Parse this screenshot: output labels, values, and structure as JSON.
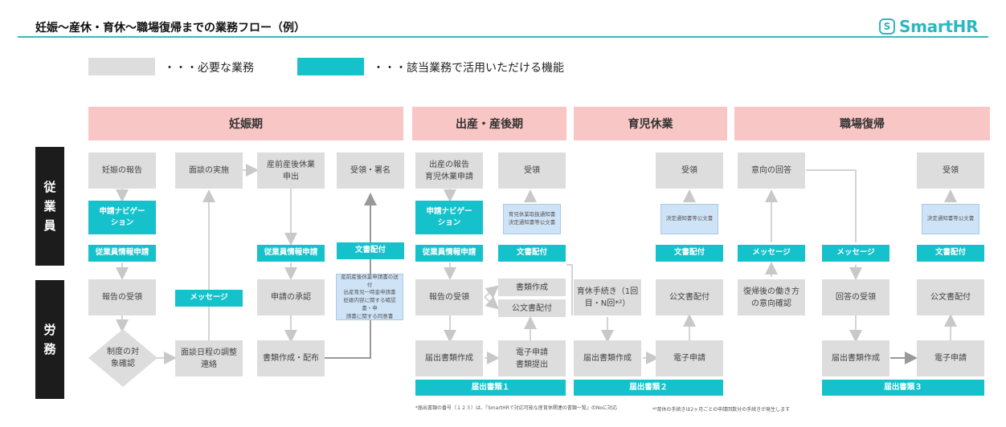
{
  "header": {
    "title": "妊娠〜産休・育休〜職場復帰までの業務フロー（例）",
    "logo_text": "SmartHR",
    "logo_mark": "S"
  },
  "legend": {
    "gray_label": "・・・必要な業務",
    "teal_label": "・・・該当業務で活用いただける機能"
  },
  "phases": [
    "妊娠期",
    "出産・産後期",
    "育児休業",
    "職場復帰"
  ],
  "roles": {
    "employee": [
      "従",
      "業",
      "員"
    ],
    "labor": [
      "労",
      "務"
    ]
  },
  "boxes": {
    "pregnancy_report": "妊娠の報告",
    "interview": "面談の実施",
    "prenatal_leave_request": "産前産後休業\n申出",
    "receipt_sign": "受領・署名",
    "birth_report": "出産の報告\n育児休業申請",
    "receipt_1": "受領",
    "receipt_2": "受領",
    "intention_answer": "意向の回答",
    "receipt_3": "受領",
    "report_receipt_1": "報告の受領",
    "request_approval": "申請の承認",
    "report_receipt_2": "報告の受領",
    "docs_create": "書類作成",
    "official_docs_dist_small": "公文書配付",
    "childcare_proc": "育休手続き（1回\n目・N回*²）",
    "official_docs_dist_1": "公文書配付",
    "return_work_style": "復帰後の働き方\nの意向確認",
    "answer_receipt": "回答の受領",
    "official_docs_dist_2": "公文書配付",
    "system_check": "制度の対\n象確認",
    "interview_schedule": "面談日程の調整\n連絡",
    "docs_create_dist": "書類作成・配布",
    "notice_create_1": "届出書類作成",
    "e_app_1": "電子申請\n書類提出",
    "notice_create_2": "届出書類作成",
    "e_app_2": "電子申請",
    "notice_create_3": "届出書類作成",
    "e_app_3": "電子申請"
  },
  "features": {
    "nav_1": "申請ナビゲー\nション",
    "emp_info_1": "従業員情報申請",
    "message_1": "メッセージ",
    "emp_info_2": "従業員情報申請",
    "doc_dist_1": "文書配付",
    "nav_2": "申請ナビゲー\nション",
    "emp_info_3": "従業員情報申請",
    "doc_dist_2": "文書配付",
    "doc_dist_3": "文書配付",
    "message_2": "メッセージ",
    "message_3": "メッセージ",
    "doc_dist_4": "文書配付",
    "notice_1": "届出書類１",
    "notice_2": "届出書類２",
    "notice_3": "届出書類３"
  },
  "docs": {
    "doc_a": "産前産後休業申請書の送付\n出産育児一時金申請書\n妊娠内容に関する確認書・申\n請書に関する同意書",
    "doc_b": "育児休業取扱通知書\n決定通知書等公文書",
    "doc_c": "決定通知書等公文書",
    "doc_d": "決定通知書等公文書"
  },
  "notes": {
    "note_1": "*届出書類の番号（１２３）は、『SmartHRで対応可能な産育休関連の書類一覧』のNoに対応",
    "note_2": "*²育休の手続きは2ヶ月ごとの申請回数分の手続きが発生します"
  },
  "colors": {
    "phase_bg": "#f8c7c5",
    "gray_box": "#dddddd",
    "teal": "#15c2cc",
    "doc_blue": "#cfe3f7",
    "role_bg": "#1c1c1c",
    "title_line": "#3ab8bf"
  }
}
